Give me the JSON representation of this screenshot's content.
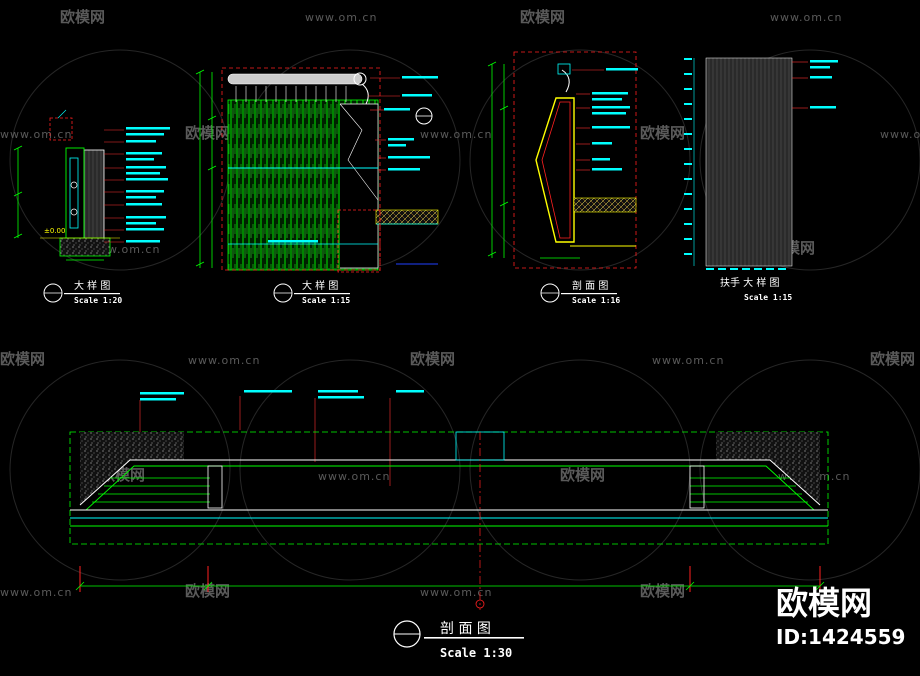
{
  "watermark": {
    "site": "www.om.cn",
    "brand": "欧模网"
  },
  "details": [
    {
      "title": "大 样 图",
      "scale": "Scale 1:20"
    },
    {
      "title": "大 样 图",
      "scale": "Scale 1:15"
    },
    {
      "title": "剖 面 图",
      "scale": "Scale 1:16"
    },
    {
      "title": "扶手  大 样 图",
      "scale": "Scale 1:15"
    }
  ],
  "section": {
    "title": "剖 面 图",
    "scale": "Scale 1:30"
  },
  "branding": {
    "name": "欧模网",
    "id": "ID:1424559"
  },
  "colors": {
    "background": "#000000",
    "line_green": "#00ff00",
    "line_cyan": "#00ffff",
    "line_red": "#ff2020",
    "line_white": "#ffffff",
    "line_yellow": "#ffff00",
    "watermark": "#555555"
  }
}
